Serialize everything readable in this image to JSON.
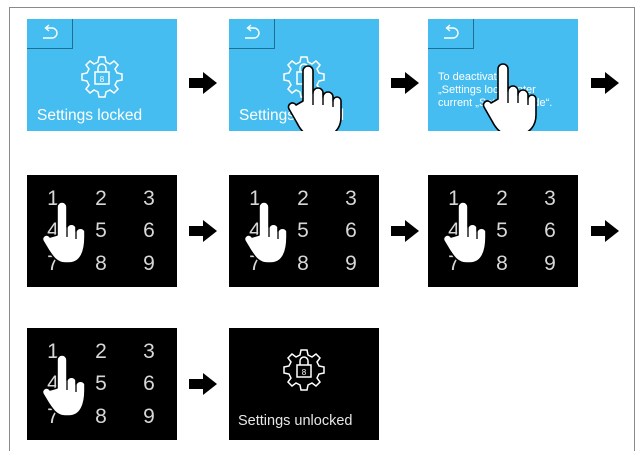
{
  "step1": {
    "label": "Settings locked",
    "icon": "back-icon",
    "symbol": "settings-lock-icon"
  },
  "step2": {
    "label": "Settings locked",
    "icon": "back-icon",
    "symbol": "settings-lock-icon"
  },
  "step3": {
    "line1": "To deactivate",
    "line2": "„Settings lock“ enter",
    "line3": "current „Settings code“.",
    "icon": "back-icon"
  },
  "keypad": {
    "digits": [
      "1",
      "2",
      "3",
      "4",
      "5",
      "6",
      "7",
      "8",
      "9"
    ]
  },
  "final": {
    "label": "Settings unlocked",
    "symbol": "settings-lock-icon"
  },
  "colors": {
    "screen_blue": "#45bdf0",
    "keypad_bg": "#000000",
    "arrow": "#000000"
  }
}
